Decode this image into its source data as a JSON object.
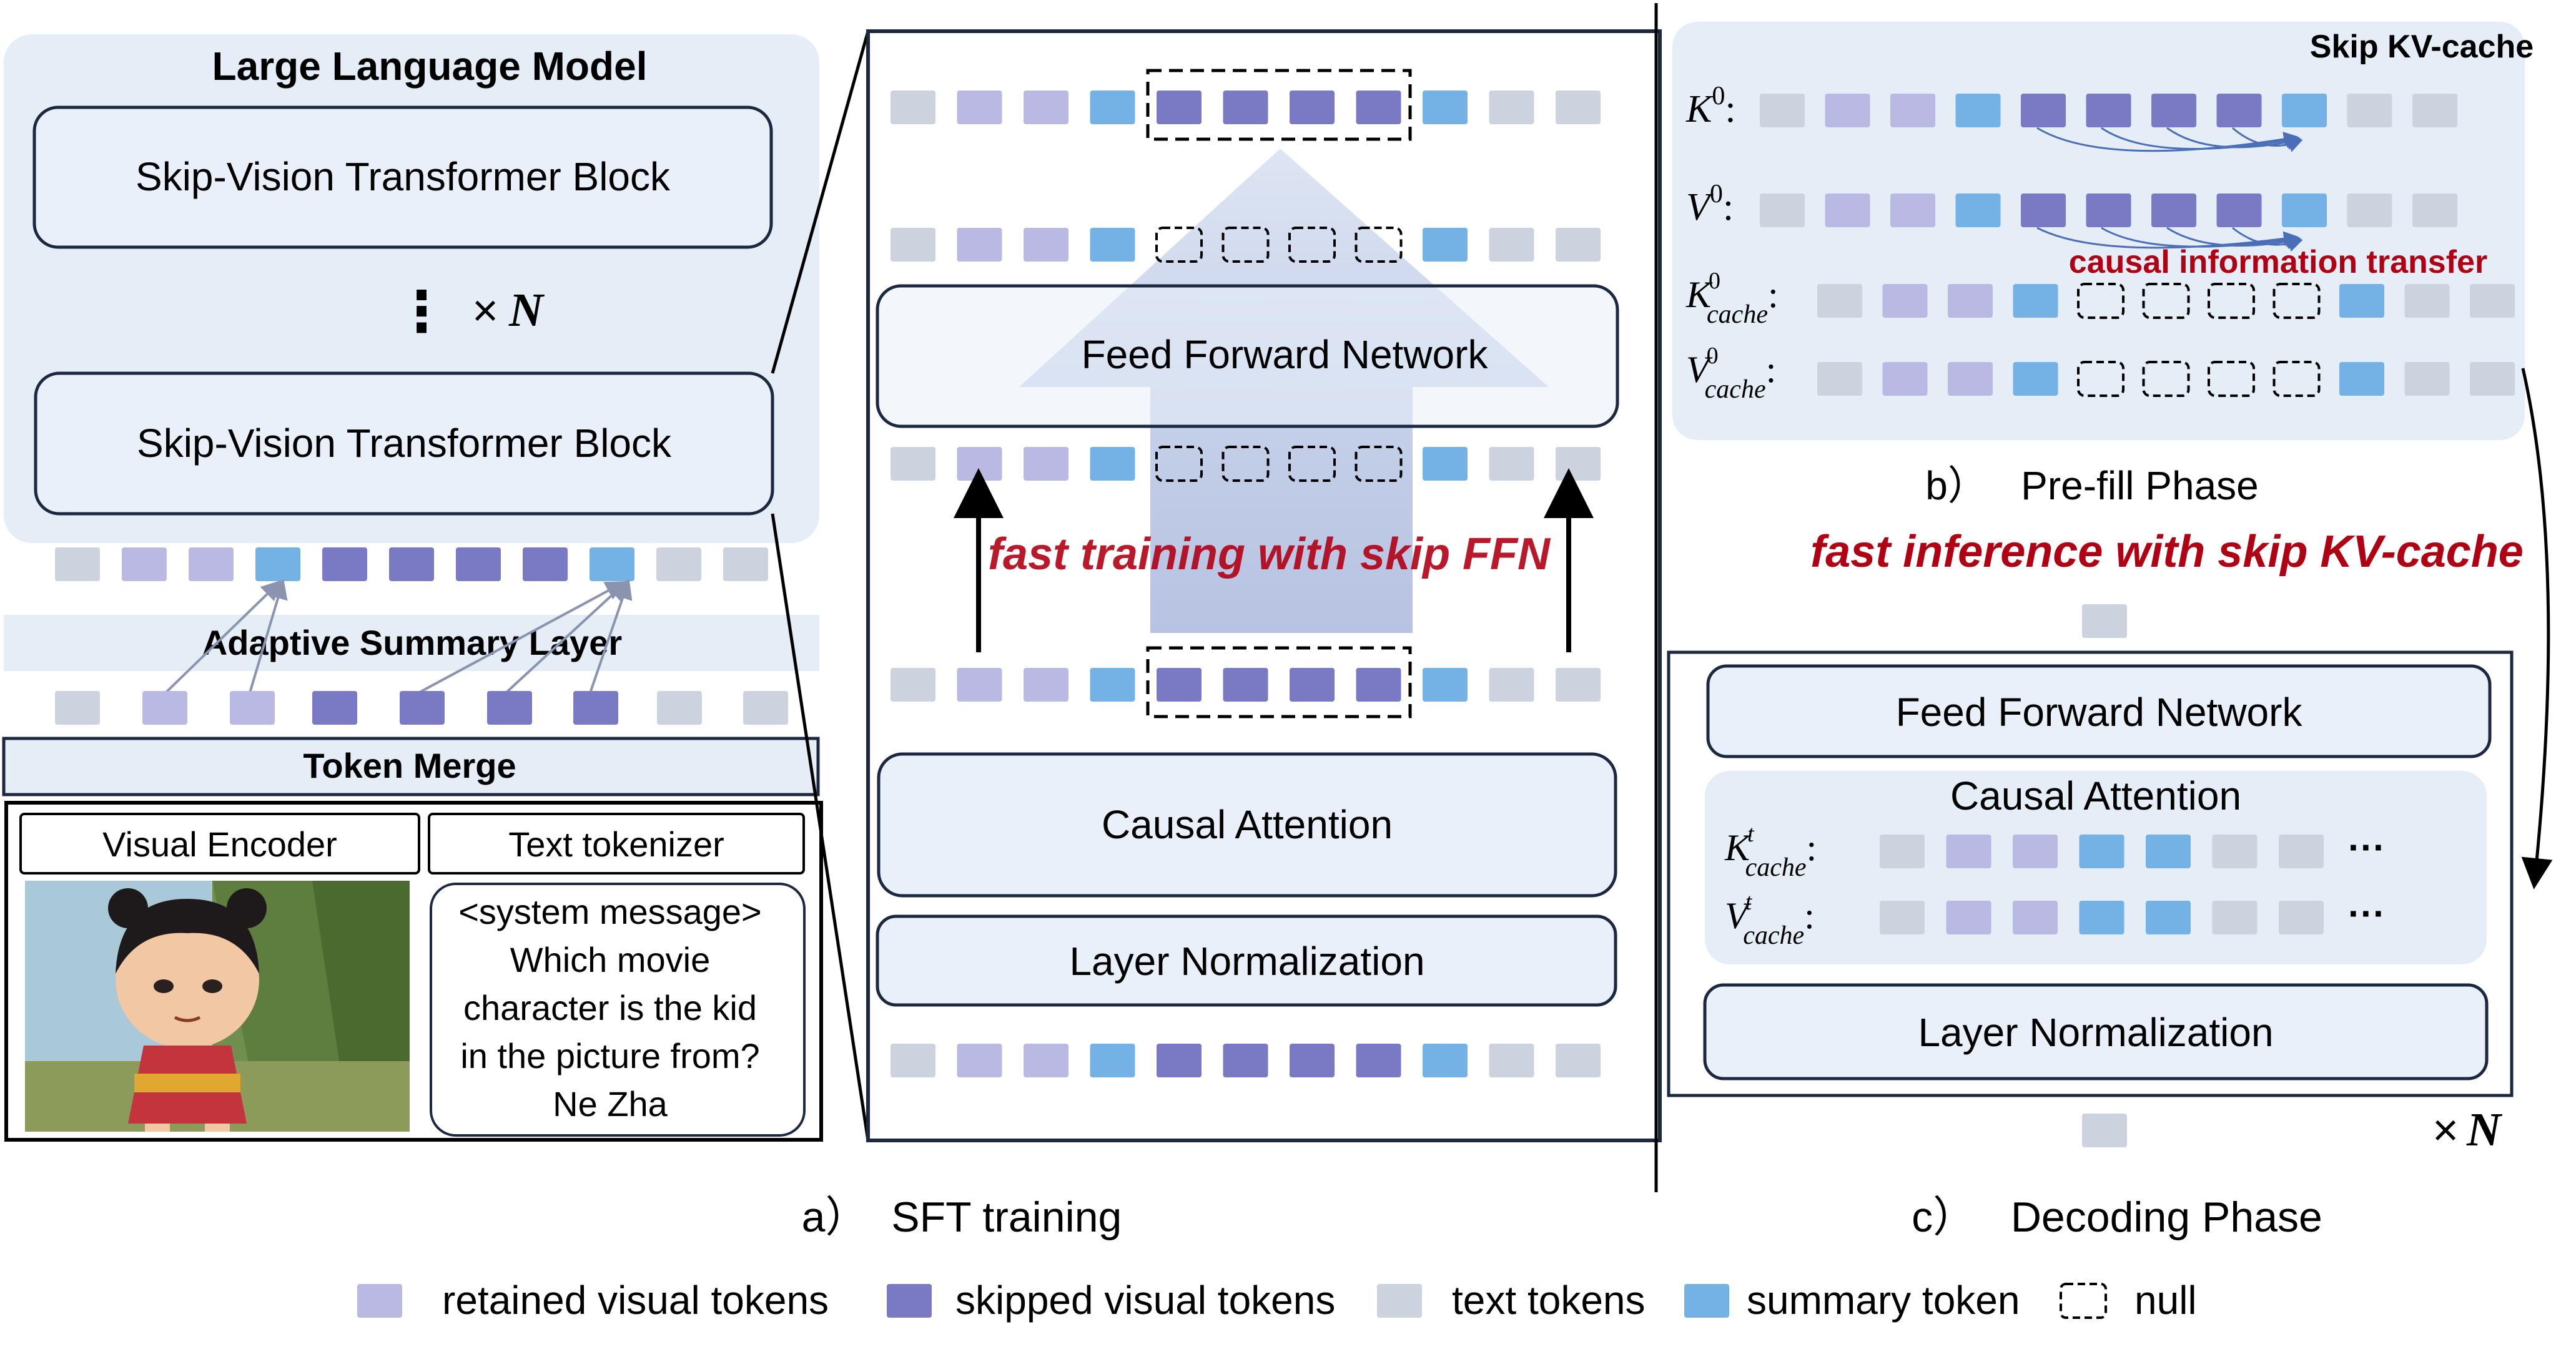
{
  "colors": {
    "text_token": "#CDD2DF",
    "retained": "#BAB9E3",
    "skipped": "#7A79C4",
    "summary": "#74B1E4",
    "panel_fill": "#E5EDF7",
    "box_fill": "#E9F0F9",
    "outline": "#1C2740",
    "red": "#B00014"
  },
  "llm": {
    "title": "Large Language Model",
    "block1": "Skip-Vision Transformer Block",
    "block2": "Skip-Vision Transformer Block",
    "repeat_dots": "⋮",
    "repeat_times": "×",
    "repeat_n": "N"
  },
  "adaptive_summary_layer": "Adaptive Summary Layer",
  "token_merge": "Token Merge",
  "visual_encoder": "Visual Encoder",
  "text_tokenizer": "Text tokenizer",
  "prompt_lines": [
    "<system message>",
    "Which movie",
    "character is the kid",
    "in the picture from?",
    "Ne Zha"
  ],
  "sft": {
    "feed_forward": "Feed Forward Network",
    "causal_attention": "Causal Attention",
    "layer_norm": "Layer Normalization",
    "fast_training": "fast training with skip FFN",
    "caption": "a）  SFT training"
  },
  "prefill": {
    "skip_kv_cache": "Skip KV-cache",
    "causal_info": "causal information transfer",
    "k_base": "K",
    "k_sup": "0",
    "v_base": "V",
    "v_sup": "0",
    "kc_base": "K",
    "kc_sup": "0",
    "kc_sub": "cache",
    "vc_base": "V",
    "vc_sup": "0",
    "vc_sub": "cache",
    "caption": "b）   Pre-fill Phase",
    "fast_inference": "fast inference with skip KV-cache"
  },
  "decoding": {
    "feed_forward": "Feed Forward Network",
    "causal_attention": "Causal Attention",
    "layer_norm": "Layer Normalization",
    "kt_base": "K",
    "kt_sup": "t",
    "kt_sub": "cache",
    "vt_base": "V",
    "vt_sup": "t",
    "vt_sub": "cache",
    "ellipsis": "···",
    "times": "×",
    "n": "N",
    "caption": "c）   Decoding Phase"
  },
  "legend": {
    "retained": "retained visual tokens",
    "skipped": "skipped visual tokens",
    "text": "text tokens",
    "summary": "summary token",
    "null": "null"
  },
  "icons": {
    "colon": ":"
  }
}
